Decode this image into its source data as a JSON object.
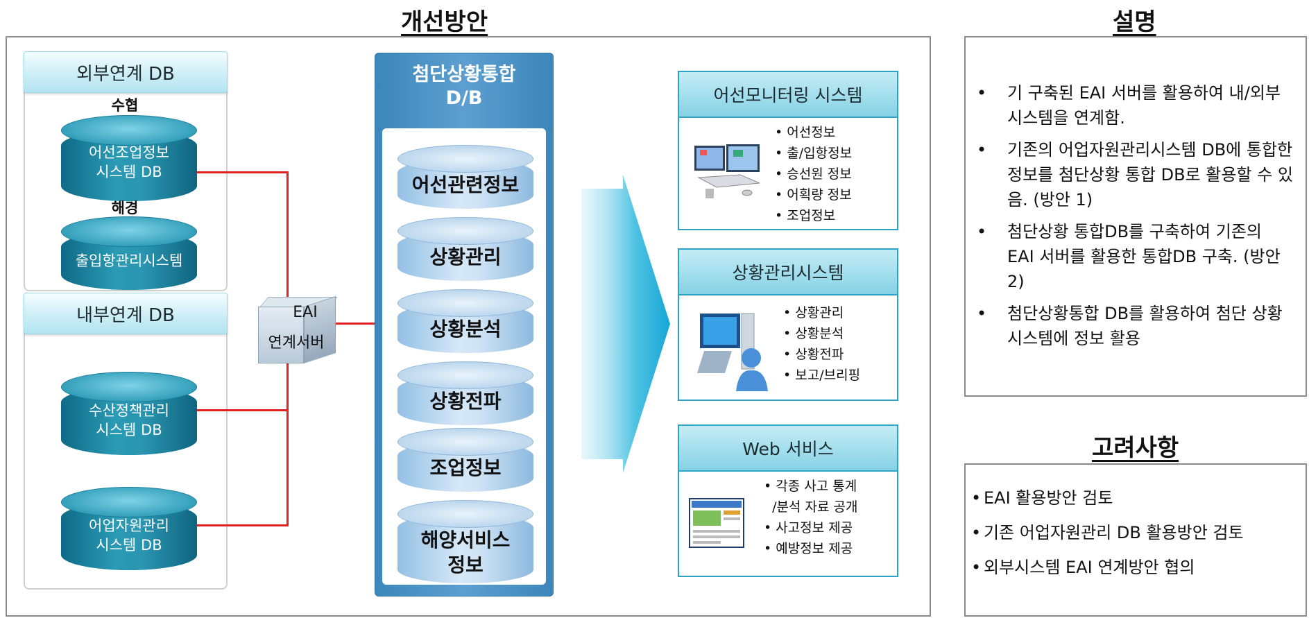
{
  "headings": {
    "main": "개선방안",
    "description": "설명",
    "considerations": "고려사항"
  },
  "external_group": {
    "title": "외부연계 DB",
    "org_1": "수협",
    "db_1": [
      "어선조업정보",
      "시스템 DB"
    ],
    "org_2": "해경",
    "db_2": [
      "출입항관리시스템"
    ]
  },
  "internal_group": {
    "title": "내부연계 DB",
    "db_1": [
      "수산정책관리",
      "시스템 DB"
    ],
    "db_2": [
      "어업자원관리",
      "시스템 DB"
    ]
  },
  "eai_server": {
    "label_1": "EAI",
    "label_2": "연계서버"
  },
  "integrated_db": {
    "title": [
      "첨단상황통합",
      "D/B"
    ],
    "items": [
      [
        "어선관련정보"
      ],
      [
        "상황관리"
      ],
      [
        "상황분석"
      ],
      [
        "상황전파"
      ],
      [
        "조업정보"
      ],
      [
        "해양서비스",
        "정보"
      ]
    ]
  },
  "systems": [
    {
      "title": "어선모니터링 시스템",
      "icon": "monitor-workstation-icon",
      "bullets": [
        "어선정보",
        "출/입항정보",
        "승선원 정보",
        "어획량 정보",
        "조업정보"
      ]
    },
    {
      "title": "상황관리시스템",
      "icon": "operator-computer-icon",
      "bullets": [
        "상황관리",
        "상황분석",
        "상황전파",
        "보고/브리핑"
      ]
    },
    {
      "title": "Web 서비스",
      "icon": "web-page-icon",
      "bullets": [
        "각종 사고 통계",
        "/분석 자료 공개",
        "사고정보 제공",
        "예방정보 제공"
      ],
      "bullet_markers": [
        true,
        false,
        true,
        true
      ]
    }
  ],
  "description_items": [
    "기 구축된 EAI 서버를 활용하여 내/외부 시스템을 연계함.",
    "기존의 어업자원관리시스템  DB에 통합한 정보를 첨단상황 통합 DB로 활용할 수 있음. (방안 1)",
    "첨단상황 통합DB를 구축하여 기존의 EAI 서버를 활용한 통합DB 구축. (방안 2)",
    "첨단상황통합 DB를 활용하여 첨단 상황 시스템에 정보 활용"
  ],
  "consideration_items": [
    "EAI 활용방안 검토",
    "기존 어업자원관리 DB 활용방안 검토",
    "외부시스템 EAI 연계방안 협의"
  ],
  "colors": {
    "connector": "#e01f1f",
    "teal_db": "#2b9ab5",
    "panel_blue": "#4a90c4",
    "system_border": "#2aa3c4"
  }
}
